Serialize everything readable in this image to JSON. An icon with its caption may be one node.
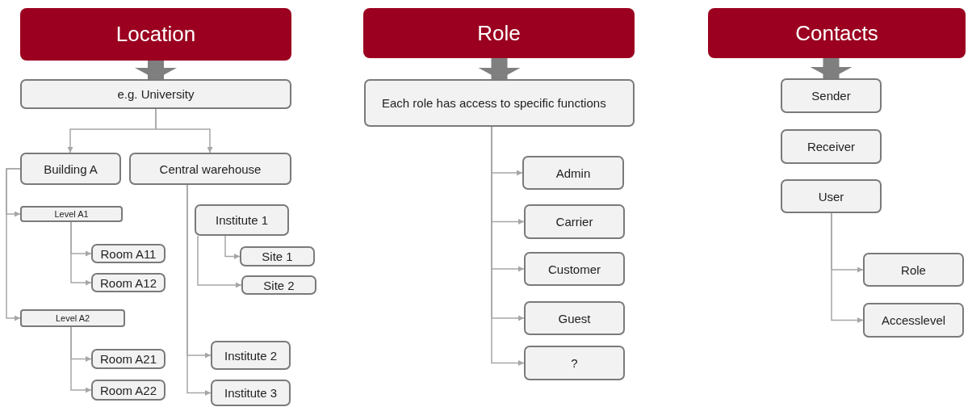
{
  "diagram": {
    "nodes": [
      {
        "text": [
          "Location"
        ]
      },
      {
        "text": [
          "e.g. University"
        ]
      },
      {
        "text": [
          "Building A"
        ]
      },
      {
        "text": [
          "Central warehouse"
        ]
      },
      {
        "text": [
          "Level A1"
        ]
      },
      {
        "text": [
          "Room A11"
        ]
      },
      {
        "text": [
          "Room A12"
        ]
      },
      {
        "text": [
          "Level A2"
        ]
      },
      {
        "text": [
          "Room A21"
        ]
      },
      {
        "text": [
          "Room A22"
        ]
      },
      {
        "text": [
          "Institute 1"
        ]
      },
      {
        "text": [
          "Site 1"
        ]
      },
      {
        "text": [
          "Site 2"
        ]
      },
      {
        "text": [
          "Institute 2"
        ]
      },
      {
        "text": [
          "Institute 3"
        ]
      },
      {
        "text": [
          "Role"
        ]
      },
      {
        "text": [
          "Each role has access to specific functions"
        ]
      },
      {
        "text": [
          "Admin"
        ]
      },
      {
        "text": [
          "Carrier"
        ]
      },
      {
        "text": [
          "Customer"
        ]
      },
      {
        "text": [
          "Guest"
        ]
      },
      {
        "text": [
          "?"
        ]
      },
      {
        "text": [
          "Contacts"
        ]
      },
      {
        "text": [
          "Sender"
        ]
      },
      {
        "text": [
          "Receiver"
        ]
      },
      {
        "text": [
          "User"
        ]
      },
      {
        "text": [
          "Role"
        ]
      },
      {
        "text": [
          "Accesslevel"
        ]
      }
    ],
    "edges": [
      {
        "from": 0,
        "to": 1,
        "arrow": "to",
        "style": "thick",
        "color": "#7f7f7f"
      },
      {
        "from": 1,
        "to": 2,
        "arrow": "to"
      },
      {
        "from": 1,
        "to": 3,
        "arrow": "to"
      },
      {
        "from": 2,
        "to": 4,
        "arrow": "to"
      },
      {
        "from": 2,
        "to": 7,
        "arrow": "to"
      },
      {
        "from": 4,
        "to": 5,
        "arrow": "to"
      },
      {
        "from": 4,
        "to": 6,
        "arrow": "to"
      },
      {
        "from": 7,
        "to": 8,
        "arrow": "to"
      },
      {
        "from": 7,
        "to": 9,
        "arrow": "to"
      },
      {
        "from": 10,
        "to": 11,
        "arrow": "to"
      },
      {
        "from": 10,
        "to": 12,
        "arrow": "to"
      },
      {
        "from": 3,
        "to": 13,
        "arrow": "to"
      },
      {
        "from": 3,
        "to": 14,
        "arrow": "to"
      },
      {
        "from": 15,
        "to": 16,
        "arrow": "to",
        "style": "thick",
        "color": "#7f7f7f"
      },
      {
        "from": 16,
        "to": 17,
        "arrow": "to"
      },
      {
        "from": 16,
        "to": 18,
        "arrow": "to"
      },
      {
        "from": 16,
        "to": 19,
        "arrow": "to"
      },
      {
        "from": 16,
        "to": 20,
        "arrow": "to"
      },
      {
        "from": 16,
        "to": 21,
        "arrow": "to"
      },
      {
        "from": 22,
        "to": 23,
        "arrow": "to",
        "style": "thick",
        "color": "#7f7f7f"
      },
      {
        "from": 25,
        "to": 26,
        "arrow": "to"
      },
      {
        "from": 25,
        "to": 27,
        "arrow": "to"
      }
    ]
  }
}
